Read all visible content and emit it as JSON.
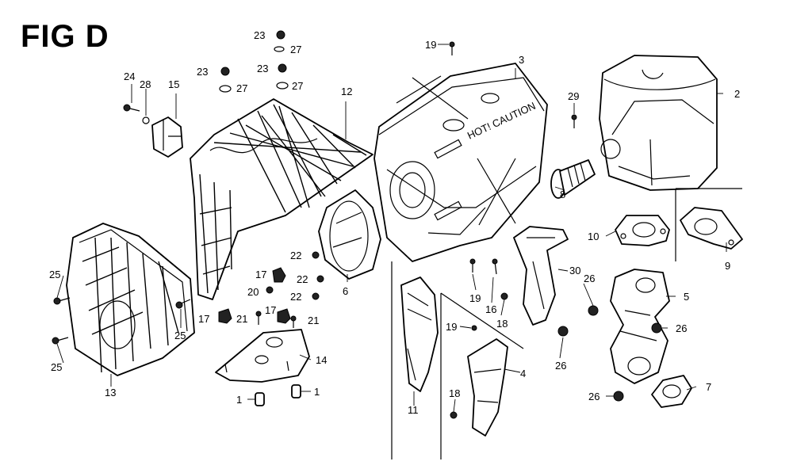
{
  "figure": {
    "title": "FIG D"
  },
  "callouts": [
    {
      "id": "c1a",
      "text": "1"
    },
    {
      "id": "c1b",
      "text": "1"
    },
    {
      "id": "c2",
      "text": "2"
    },
    {
      "id": "c3",
      "text": "3"
    },
    {
      "id": "c4",
      "text": "4"
    },
    {
      "id": "c5",
      "text": "5"
    },
    {
      "id": "c6",
      "text": "6"
    },
    {
      "id": "c7",
      "text": "7"
    },
    {
      "id": "c8",
      "text": "8"
    },
    {
      "id": "c9",
      "text": "9"
    },
    {
      "id": "c10",
      "text": "10"
    },
    {
      "id": "c11",
      "text": "11"
    },
    {
      "id": "c12",
      "text": "12"
    },
    {
      "id": "c13",
      "text": "13"
    },
    {
      "id": "c14",
      "text": "14"
    },
    {
      "id": "c15",
      "text": "15"
    },
    {
      "id": "c16",
      "text": "16"
    },
    {
      "id": "c17a",
      "text": "17"
    },
    {
      "id": "c17b",
      "text": "17"
    },
    {
      "id": "c17c",
      "text": "17"
    },
    {
      "id": "c18a",
      "text": "18"
    },
    {
      "id": "c18b",
      "text": "18"
    },
    {
      "id": "c19a",
      "text": "19"
    },
    {
      "id": "c19b",
      "text": "19"
    },
    {
      "id": "c19c",
      "text": "19"
    },
    {
      "id": "c20",
      "text": "20"
    },
    {
      "id": "c21a",
      "text": "21"
    },
    {
      "id": "c21b",
      "text": "21"
    },
    {
      "id": "c22a",
      "text": "22"
    },
    {
      "id": "c22b",
      "text": "22"
    },
    {
      "id": "c22c",
      "text": "22"
    },
    {
      "id": "c23a",
      "text": "23"
    },
    {
      "id": "c23b",
      "text": "23"
    },
    {
      "id": "c23c",
      "text": "23"
    },
    {
      "id": "c24",
      "text": "24"
    },
    {
      "id": "c25a",
      "text": "25"
    },
    {
      "id": "c25b",
      "text": "25"
    },
    {
      "id": "c25c",
      "text": "25"
    },
    {
      "id": "c26a",
      "text": "26"
    },
    {
      "id": "c26b",
      "text": "26"
    },
    {
      "id": "c26c",
      "text": "26"
    },
    {
      "id": "c26d",
      "text": "26"
    },
    {
      "id": "c27a",
      "text": "27"
    },
    {
      "id": "c27b",
      "text": "27"
    },
    {
      "id": "c27c",
      "text": "27"
    },
    {
      "id": "c28",
      "text": "28"
    },
    {
      "id": "c29",
      "text": "29"
    },
    {
      "id": "c30",
      "text": "30"
    }
  ],
  "embossed": {
    "muffler_text": "HOT! CAUTION"
  }
}
